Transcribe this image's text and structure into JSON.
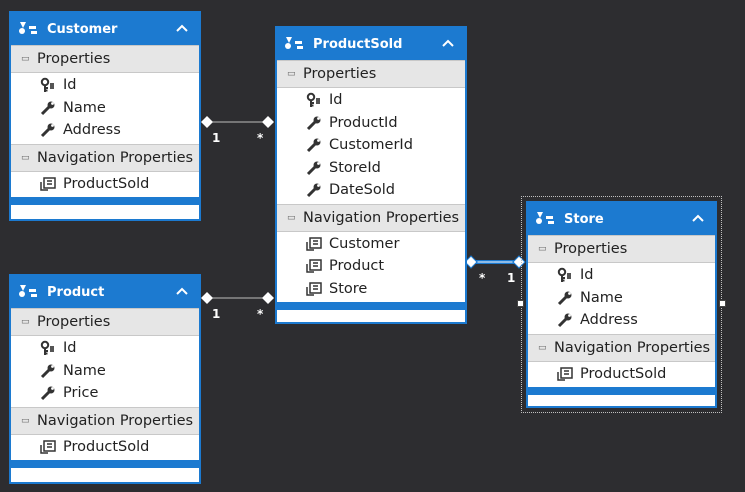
{
  "entities": {
    "customer": {
      "title": "Customer",
      "properties_label": "Properties",
      "properties": [
        "Id",
        "Name",
        "Address"
      ],
      "nav_label": "Navigation Properties",
      "nav": [
        "ProductSold"
      ]
    },
    "product": {
      "title": "Product",
      "properties_label": "Properties",
      "properties": [
        "Id",
        "Name",
        "Price"
      ],
      "nav_label": "Navigation Properties",
      "nav": [
        "ProductSold"
      ]
    },
    "productsold": {
      "title": "ProductSold",
      "properties_label": "Properties",
      "properties": [
        "Id",
        "ProductId",
        "CustomerId",
        "StoreId",
        "DateSold"
      ],
      "nav_label": "Navigation Properties",
      "nav": [
        "Customer",
        "Product",
        "Store"
      ]
    },
    "store": {
      "title": "Store",
      "properties_label": "Properties",
      "properties": [
        "Id",
        "Name",
        "Address"
      ],
      "nav_label": "Navigation Properties",
      "nav": [
        "ProductSold"
      ]
    }
  },
  "associations": {
    "customer_productsold": {
      "left": "1",
      "right": "*"
    },
    "product_productsold": {
      "left": "1",
      "right": "*"
    },
    "productsold_store": {
      "left": "*",
      "right": "1"
    }
  },
  "colors": {
    "background": "#2d2d30",
    "entity_header": "#1c7ad0",
    "section_header": "#e6e6e6"
  },
  "icons": {
    "entity": "entity-type-icon",
    "key": "key-icon",
    "property": "wrench-icon",
    "navigation": "navigation-property-icon",
    "collapse": "chevron-up-icon"
  }
}
